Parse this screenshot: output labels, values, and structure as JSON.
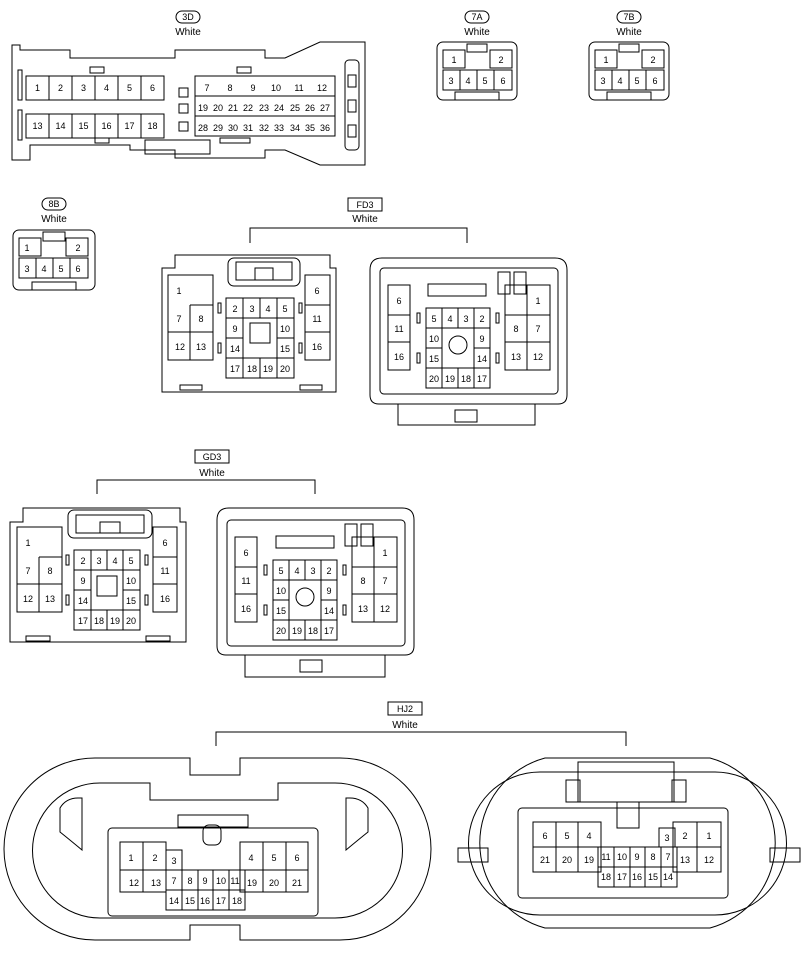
{
  "connectors": [
    {
      "id": "3D",
      "color": "White"
    },
    {
      "id": "7A",
      "color": "White"
    },
    {
      "id": "7B",
      "color": "White"
    },
    {
      "id": "8B",
      "color": "White"
    },
    {
      "id": "FD3",
      "color": "White"
    },
    {
      "id": "GD3",
      "color": "White"
    },
    {
      "id": "HJ2",
      "color": "White"
    }
  ],
  "pins": {
    "c3d": {
      "left_top": [
        "1",
        "2",
        "3",
        "4",
        "5",
        "6"
      ],
      "left_bottom": [
        "13",
        "14",
        "15",
        "16",
        "17",
        "18"
      ],
      "right_row1": [
        "7",
        "8",
        "9",
        "10",
        "11",
        "12"
      ],
      "right_row2": [
        "19",
        "20",
        "21",
        "22",
        "23",
        "24",
        "25",
        "26",
        "27"
      ],
      "right_row3": [
        "28",
        "29",
        "30",
        "31",
        "32",
        "33",
        "34",
        "35",
        "36"
      ]
    },
    "c7a": {
      "row1": [
        "1",
        "2"
      ],
      "row2": [
        "3",
        "4",
        "5",
        "6"
      ]
    },
    "c7b": {
      "row1": [
        "1",
        "2"
      ],
      "row2": [
        "3",
        "4",
        "5",
        "6"
      ]
    },
    "c8b": {
      "row1": [
        "1",
        "2"
      ],
      "row2": [
        "3",
        "4",
        "5",
        "6"
      ]
    },
    "fd3_left": [
      "1",
      "7",
      "8",
      "12",
      "13",
      "6",
      "11",
      "16",
      "2",
      "3",
      "4",
      "5",
      "9",
      "10",
      "14",
      "15",
      "17",
      "18",
      "19",
      "20"
    ],
    "fd3_right": [
      "6",
      "11",
      "16",
      "1",
      "8",
      "7",
      "13",
      "12",
      "5",
      "4",
      "3",
      "2",
      "10",
      "9",
      "15",
      "14",
      "20",
      "19",
      "18",
      "17"
    ],
    "gd3_left": [
      "1",
      "7",
      "8",
      "12",
      "13",
      "6",
      "11",
      "16",
      "2",
      "3",
      "4",
      "5",
      "9",
      "10",
      "14",
      "15",
      "17",
      "18",
      "19",
      "20"
    ],
    "gd3_right": [
      "6",
      "11",
      "16",
      "1",
      "8",
      "7",
      "13",
      "12",
      "5",
      "4",
      "3",
      "2",
      "10",
      "9",
      "15",
      "14",
      "20",
      "19",
      "18",
      "17"
    ],
    "hj2_left": [
      "1",
      "2",
      "3",
      "12",
      "13",
      "7",
      "8",
      "9",
      "10",
      "11",
      "14",
      "15",
      "16",
      "17",
      "18",
      "4",
      "5",
      "6",
      "19",
      "20",
      "21"
    ],
    "hj2_right": [
      "6",
      "5",
      "4",
      "21",
      "20",
      "19",
      "11",
      "10",
      "9",
      "8",
      "7",
      "18",
      "17",
      "16",
      "15",
      "14",
      "3",
      "2",
      "1",
      "13",
      "12"
    ]
  }
}
